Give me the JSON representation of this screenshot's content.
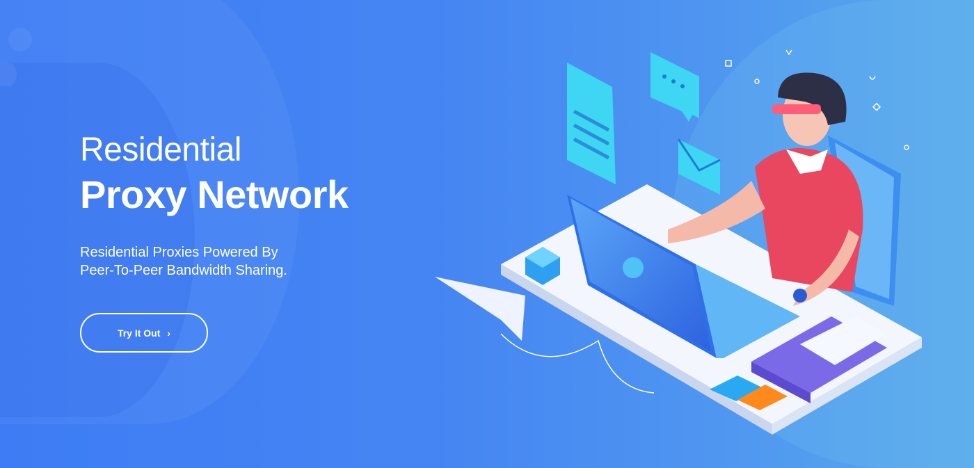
{
  "hero": {
    "title_line1": "Residential",
    "title_line2": "Proxy Network",
    "subtitle_line1": "Residential Proxies Powered By",
    "subtitle_line2": "Peer-To-Peer Bandwidth Sharing.",
    "cta_label": "Try It Out",
    "cta_icon": "chevron-right-icon"
  },
  "colors": {
    "background_left": "#3d7cf4",
    "background_right": "#5aaaec",
    "accent_shirt": "#e8475f",
    "accent_cyan": "#4ee0f5"
  }
}
